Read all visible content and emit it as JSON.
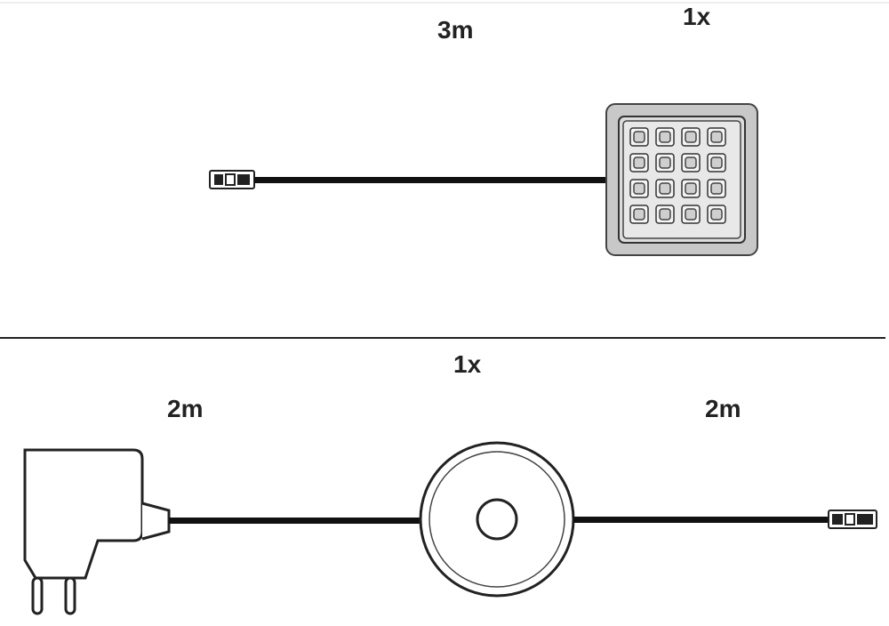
{
  "labels": {
    "top_cable_length": "3m",
    "top_quantity": "1x",
    "bottom_quantity": "1x",
    "left_cable_length": "2m",
    "right_cable_length": "2m"
  },
  "colors": {
    "line": "#111111",
    "panel_fill": "#c8c8c8",
    "panel_inner": "#e2e2e2",
    "stroke": "#333333",
    "background": "#ffffff"
  },
  "icons": {
    "led_panel": "square-led-panel-icon",
    "connector": "mini-plug-icon",
    "power_adapter": "power-adapter-icon",
    "distributor": "round-distributor-icon"
  }
}
